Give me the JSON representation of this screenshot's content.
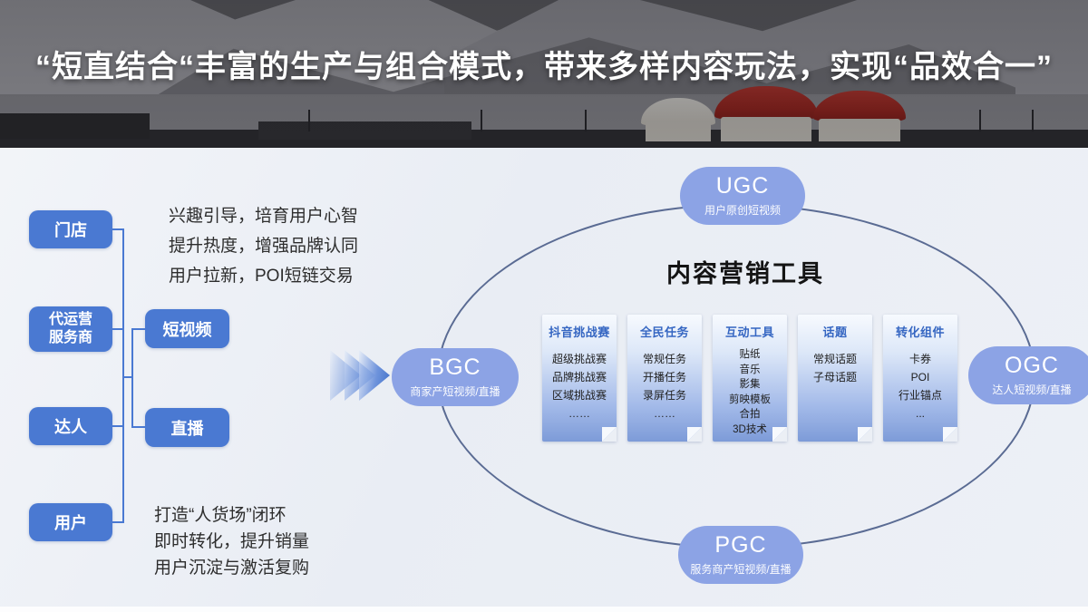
{
  "slide": {
    "title": "“短直结合“丰富的生产与组合模式，带来多样内容玩法，实现“品效合一”",
    "colors": {
      "accent_blue": "#4a79d2",
      "bubble_blue": "#8ca3e5",
      "card_title_blue": "#3566c2",
      "ellipse_border": "#5a6b93"
    }
  },
  "left_panel": {
    "source_boxes": [
      {
        "label": "门店"
      },
      {
        "line1": "代运营",
        "line2": "服务商"
      },
      {
        "label": "达人"
      },
      {
        "label": "用户"
      }
    ],
    "channel_boxes": [
      {
        "label": "短视频"
      },
      {
        "label": "直播"
      }
    ],
    "top_note": {
      "line1": "兴趣引导，培育用户心智",
      "line2": "提升热度，增强品牌认同",
      "line3": "用户拉新，POI短链交易"
    },
    "bottom_note": {
      "line1": "打造“人货场”闭环",
      "line2": "即时转化，提升销量",
      "line3": "用户沉淀与激活复购"
    }
  },
  "diagram": {
    "title": "内容营销工具",
    "bubbles": {
      "ugc": {
        "label": "UGC",
        "sub": "用户原创短视频"
      },
      "bgc": {
        "label": "BGC",
        "sub": "商家产短视频/直播"
      },
      "ogc": {
        "label": "OGC",
        "sub": "达人短视频/直播"
      },
      "pgc": {
        "label": "PGC",
        "sub": "服务商产短视频/直播"
      }
    },
    "cards": [
      {
        "title": "抖音挑战赛",
        "items": [
          "超级挑战赛",
          "品牌挑战赛",
          "区域挑战赛",
          "……"
        ]
      },
      {
        "title": "全民任务",
        "items": [
          "常规任务",
          "开播任务",
          "录屏任务",
          "……"
        ]
      },
      {
        "title": "互动工具",
        "items": [
          "贴纸",
          "音乐",
          "影集",
          "剪映模板",
          "合拍",
          "3D技术"
        ]
      },
      {
        "title": "话题",
        "items": [
          "常规话题",
          "子母话题"
        ]
      },
      {
        "title": "转化组件",
        "items": [
          "卡券",
          "POI",
          "行业锚点",
          "..."
        ]
      }
    ]
  }
}
